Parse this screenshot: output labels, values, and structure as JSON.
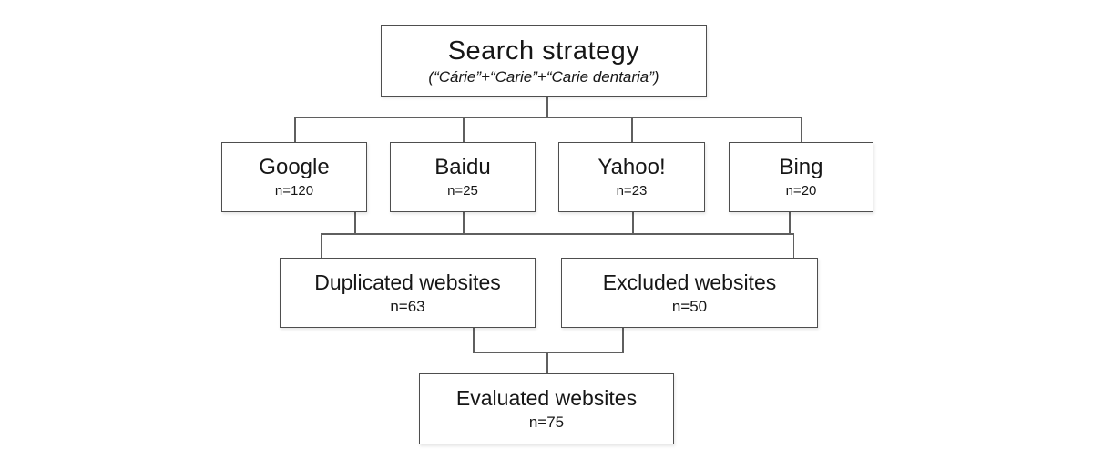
{
  "diagram": {
    "title": "Search strategy",
    "subtitle": "(“Cárie”+“Carie”+“Carie dentaria”)",
    "nodes": {
      "google": {
        "label": "Google",
        "count": "n=120"
      },
      "baidu": {
        "label": "Baidu",
        "count": "n=25"
      },
      "yahoo": {
        "label": "Yahoo!",
        "count": "n=23"
      },
      "bing": {
        "label": "Bing",
        "count": "n=20"
      },
      "duplicated": {
        "label": "Duplicated websites",
        "count": "n=63"
      },
      "excluded": {
        "label": "Excluded websites",
        "count": "n=50"
      },
      "evaluated": {
        "label": "Evaluated websites",
        "count": "n=75"
      }
    },
    "colors": {
      "background": "#ffffff",
      "border": "#4e4e4e",
      "line": "#5f5f5f",
      "text": "#161616"
    }
  }
}
